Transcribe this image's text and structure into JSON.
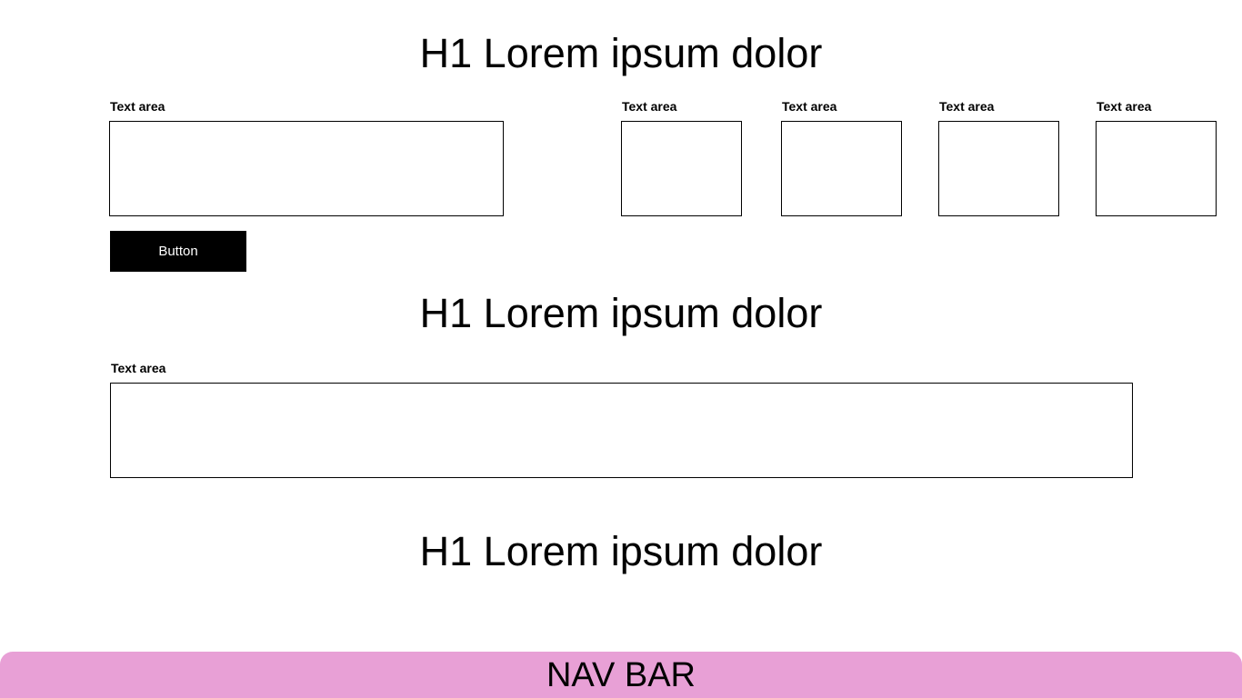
{
  "sections": [
    {
      "heading": "H1 Lorem ipsum dolor"
    },
    {
      "heading": "H1 Lorem ipsum dolor"
    },
    {
      "heading": "H1 Lorem ipsum dolor"
    }
  ],
  "top_fields": [
    {
      "label": "Text area",
      "value": ""
    },
    {
      "label": "Text area",
      "value": ""
    },
    {
      "label": "Text area",
      "value": ""
    },
    {
      "label": "Text area",
      "value": ""
    },
    {
      "label": "Text area",
      "value": ""
    }
  ],
  "button": {
    "label": "Button"
  },
  "wide_field": {
    "label": "Text area",
    "value": ""
  },
  "navbar": {
    "label": "NAV BAR",
    "color": "#e8a0d6"
  }
}
